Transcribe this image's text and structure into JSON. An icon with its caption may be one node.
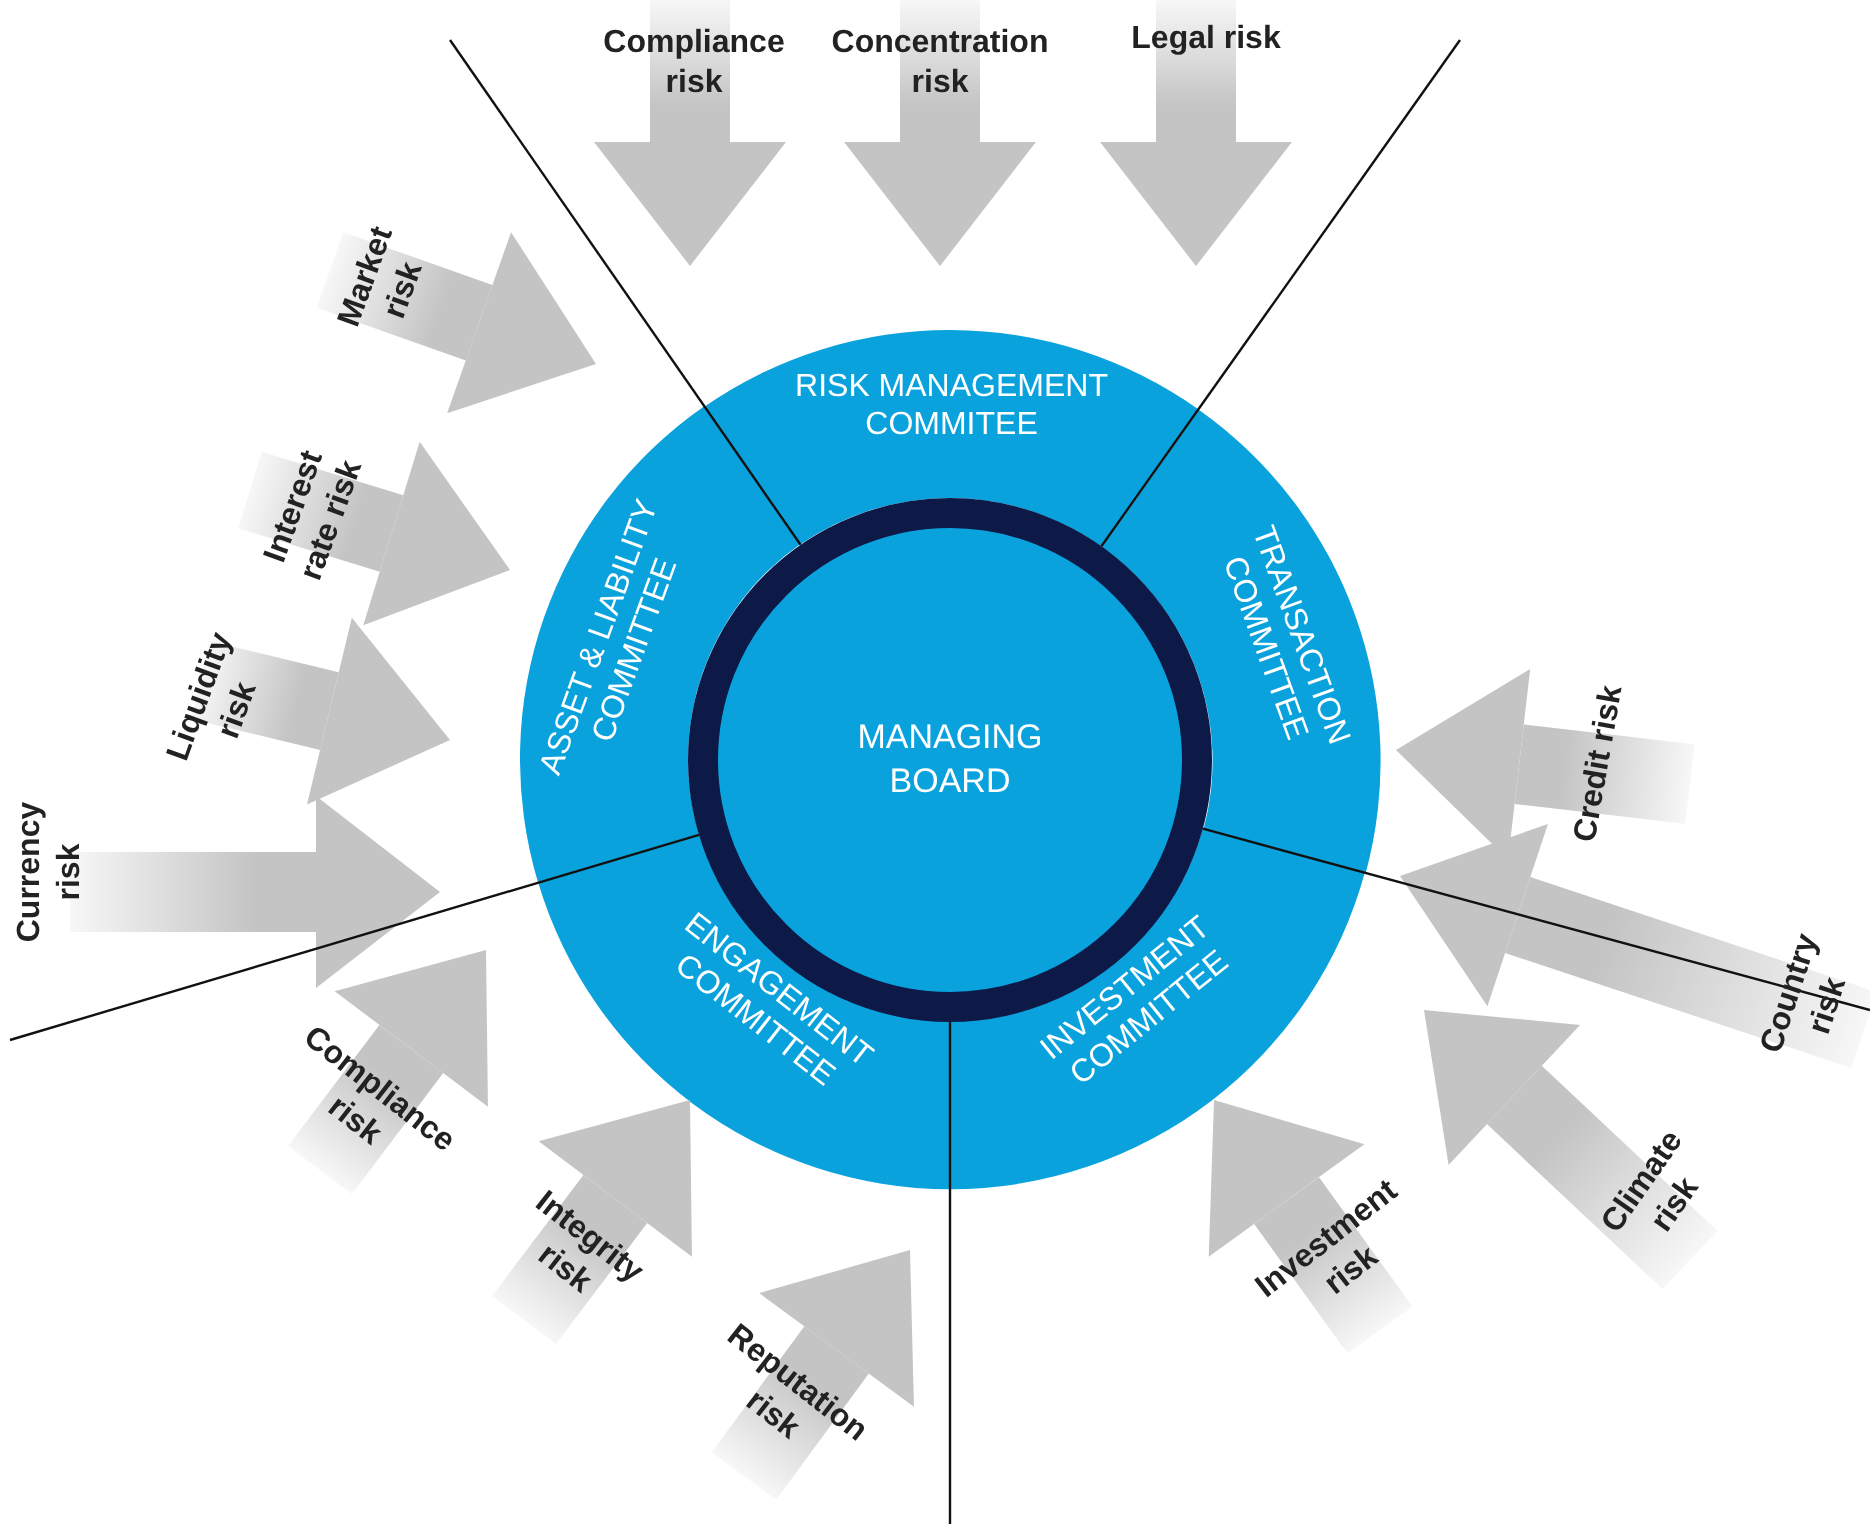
{
  "diagram": {
    "nodes": [
      {
        "text": [
          "RISK MANAGEMENT COMMITEE"
        ]
      },
      {
        "text": [
          "TRANSACTION COMMITTEE"
        ]
      },
      {
        "text": [
          "INVESTMENT COMMITTEE"
        ]
      },
      {
        "text": [
          "ENGAGEMENT COMMITTEE"
        ]
      },
      {
        "text": [
          "ASSET & LIABILITY COMMITTEE"
        ]
      },
      {
        "text": [
          "MANAGING BOARD"
        ]
      }
    ],
    "edges": [
      {
        "from": null,
        "to": 0,
        "arrow": "to",
        "label": "Compliance risk"
      },
      {
        "from": null,
        "to": 0,
        "arrow": "to",
        "label": "Concentration risk"
      },
      {
        "from": null,
        "to": 0,
        "arrow": "to",
        "label": "Legal risk"
      },
      {
        "from": null,
        "to": 4,
        "arrow": "to",
        "label": "Market risk"
      },
      {
        "from": null,
        "to": 4,
        "arrow": "to",
        "label": "Interest rate risk"
      },
      {
        "from": null,
        "to": 4,
        "arrow": "to",
        "label": "Liquidity risk"
      },
      {
        "from": null,
        "to": 4,
        "arrow": "to",
        "label": "Currency risk"
      },
      {
        "from": null,
        "to": 3,
        "arrow": "to",
        "label": "Compliance risk"
      },
      {
        "from": null,
        "to": 3,
        "arrow": "to",
        "label": "Integrity risk"
      },
      {
        "from": null,
        "to": 3,
        "arrow": "to",
        "label": "Reputation risk"
      },
      {
        "from": null,
        "to": 2,
        "arrow": "to",
        "label": "Investment risk"
      },
      {
        "from": null,
        "to": 2,
        "arrow": "to",
        "label": "Climate risk"
      },
      {
        "from": null,
        "to": 1,
        "arrow": "to",
        "label": "Credit risk"
      },
      {
        "from": null,
        "to": 1,
        "arrow": "to",
        "label": "Country risk"
      }
    ]
  }
}
